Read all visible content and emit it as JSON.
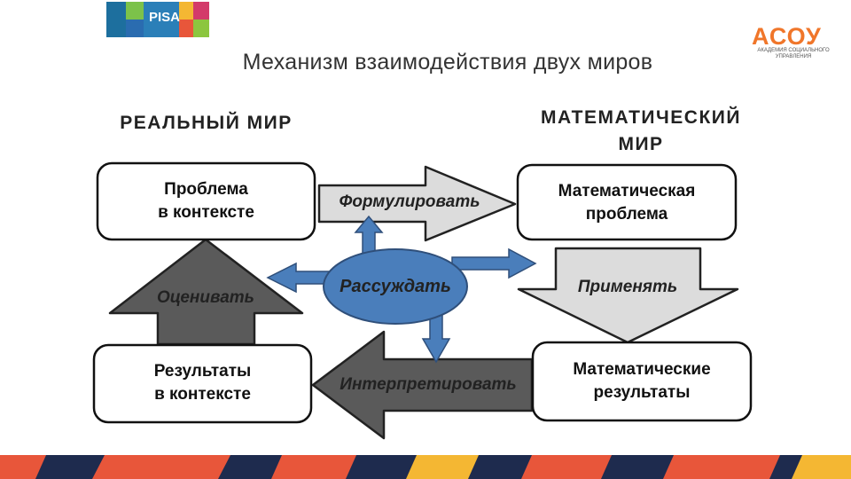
{
  "header": {
    "title": "Механизм взаимодействия двух миров",
    "pisa_logo_text": "PISA",
    "acoy_logo_text": "АСОУ",
    "acoy_logo_subtext": "АКАДЕМИЯ СОЦИАЛЬНОГО УПРАВЛЕНИЯ"
  },
  "worlds": {
    "real": "РЕАЛЬНЫЙ МИР",
    "math_line1": "МАТЕМАТИЧЕСКИЙ",
    "math_line2": "МИР"
  },
  "boxes": {
    "problem_context": [
      "Проблема",
      "в контексте"
    ],
    "math_problem": [
      "Математическая",
      "проблема"
    ],
    "results_context": [
      "Результаты",
      "в контексте"
    ],
    "math_results": [
      "Математические",
      "результаты"
    ]
  },
  "arrows": {
    "formulate": "Формулировать",
    "apply": "Применять",
    "interpret": "Интерпретировать",
    "evaluate": "Оценивать",
    "reason": "Рассуждать"
  },
  "colors": {
    "ellipse_fill": "#4a7ebb",
    "light_arrow": "#dcdcdc",
    "dark_arrow": "#5a5a5a",
    "stripe_orange": "#e8563a",
    "stripe_navy": "#1e2b4e"
  }
}
